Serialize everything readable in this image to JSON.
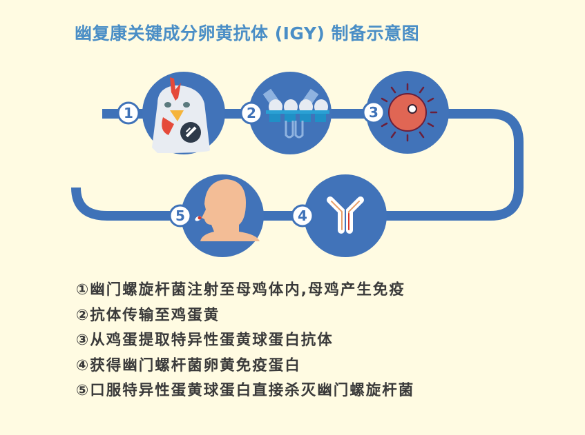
{
  "title": "幽复康关键成分卵黄抗体 (IGY) 制备示意图",
  "colors": {
    "background": "#fffbe2",
    "track": "#3f72b8",
    "circle": "#4173b9",
    "title": "#4a8ec6",
    "text": "#3a3a3a"
  },
  "diagram": {
    "nodes": [
      {
        "number": "1",
        "icon": "chicken-injection-icon"
      },
      {
        "number": "2",
        "icon": "egg-tray-icon"
      },
      {
        "number": "3",
        "icon": "bacteria-yolk-icon"
      },
      {
        "number": "4",
        "icon": "antibody-icon"
      },
      {
        "number": "5",
        "icon": "human-oral-pill-icon"
      }
    ]
  },
  "steps": [
    "①幽门螺旋杆菌注射至母鸡体内,母鸡产生免疫",
    "②抗体传输至鸡蛋黄",
    "③从鸡蛋提取特异性蛋黄球蛋白抗体",
    "④获得幽门螺杆菌卵黄免疫蛋白",
    "⑤口服特异性蛋黄球蛋白直接杀灭幽门螺旋杆菌"
  ]
}
